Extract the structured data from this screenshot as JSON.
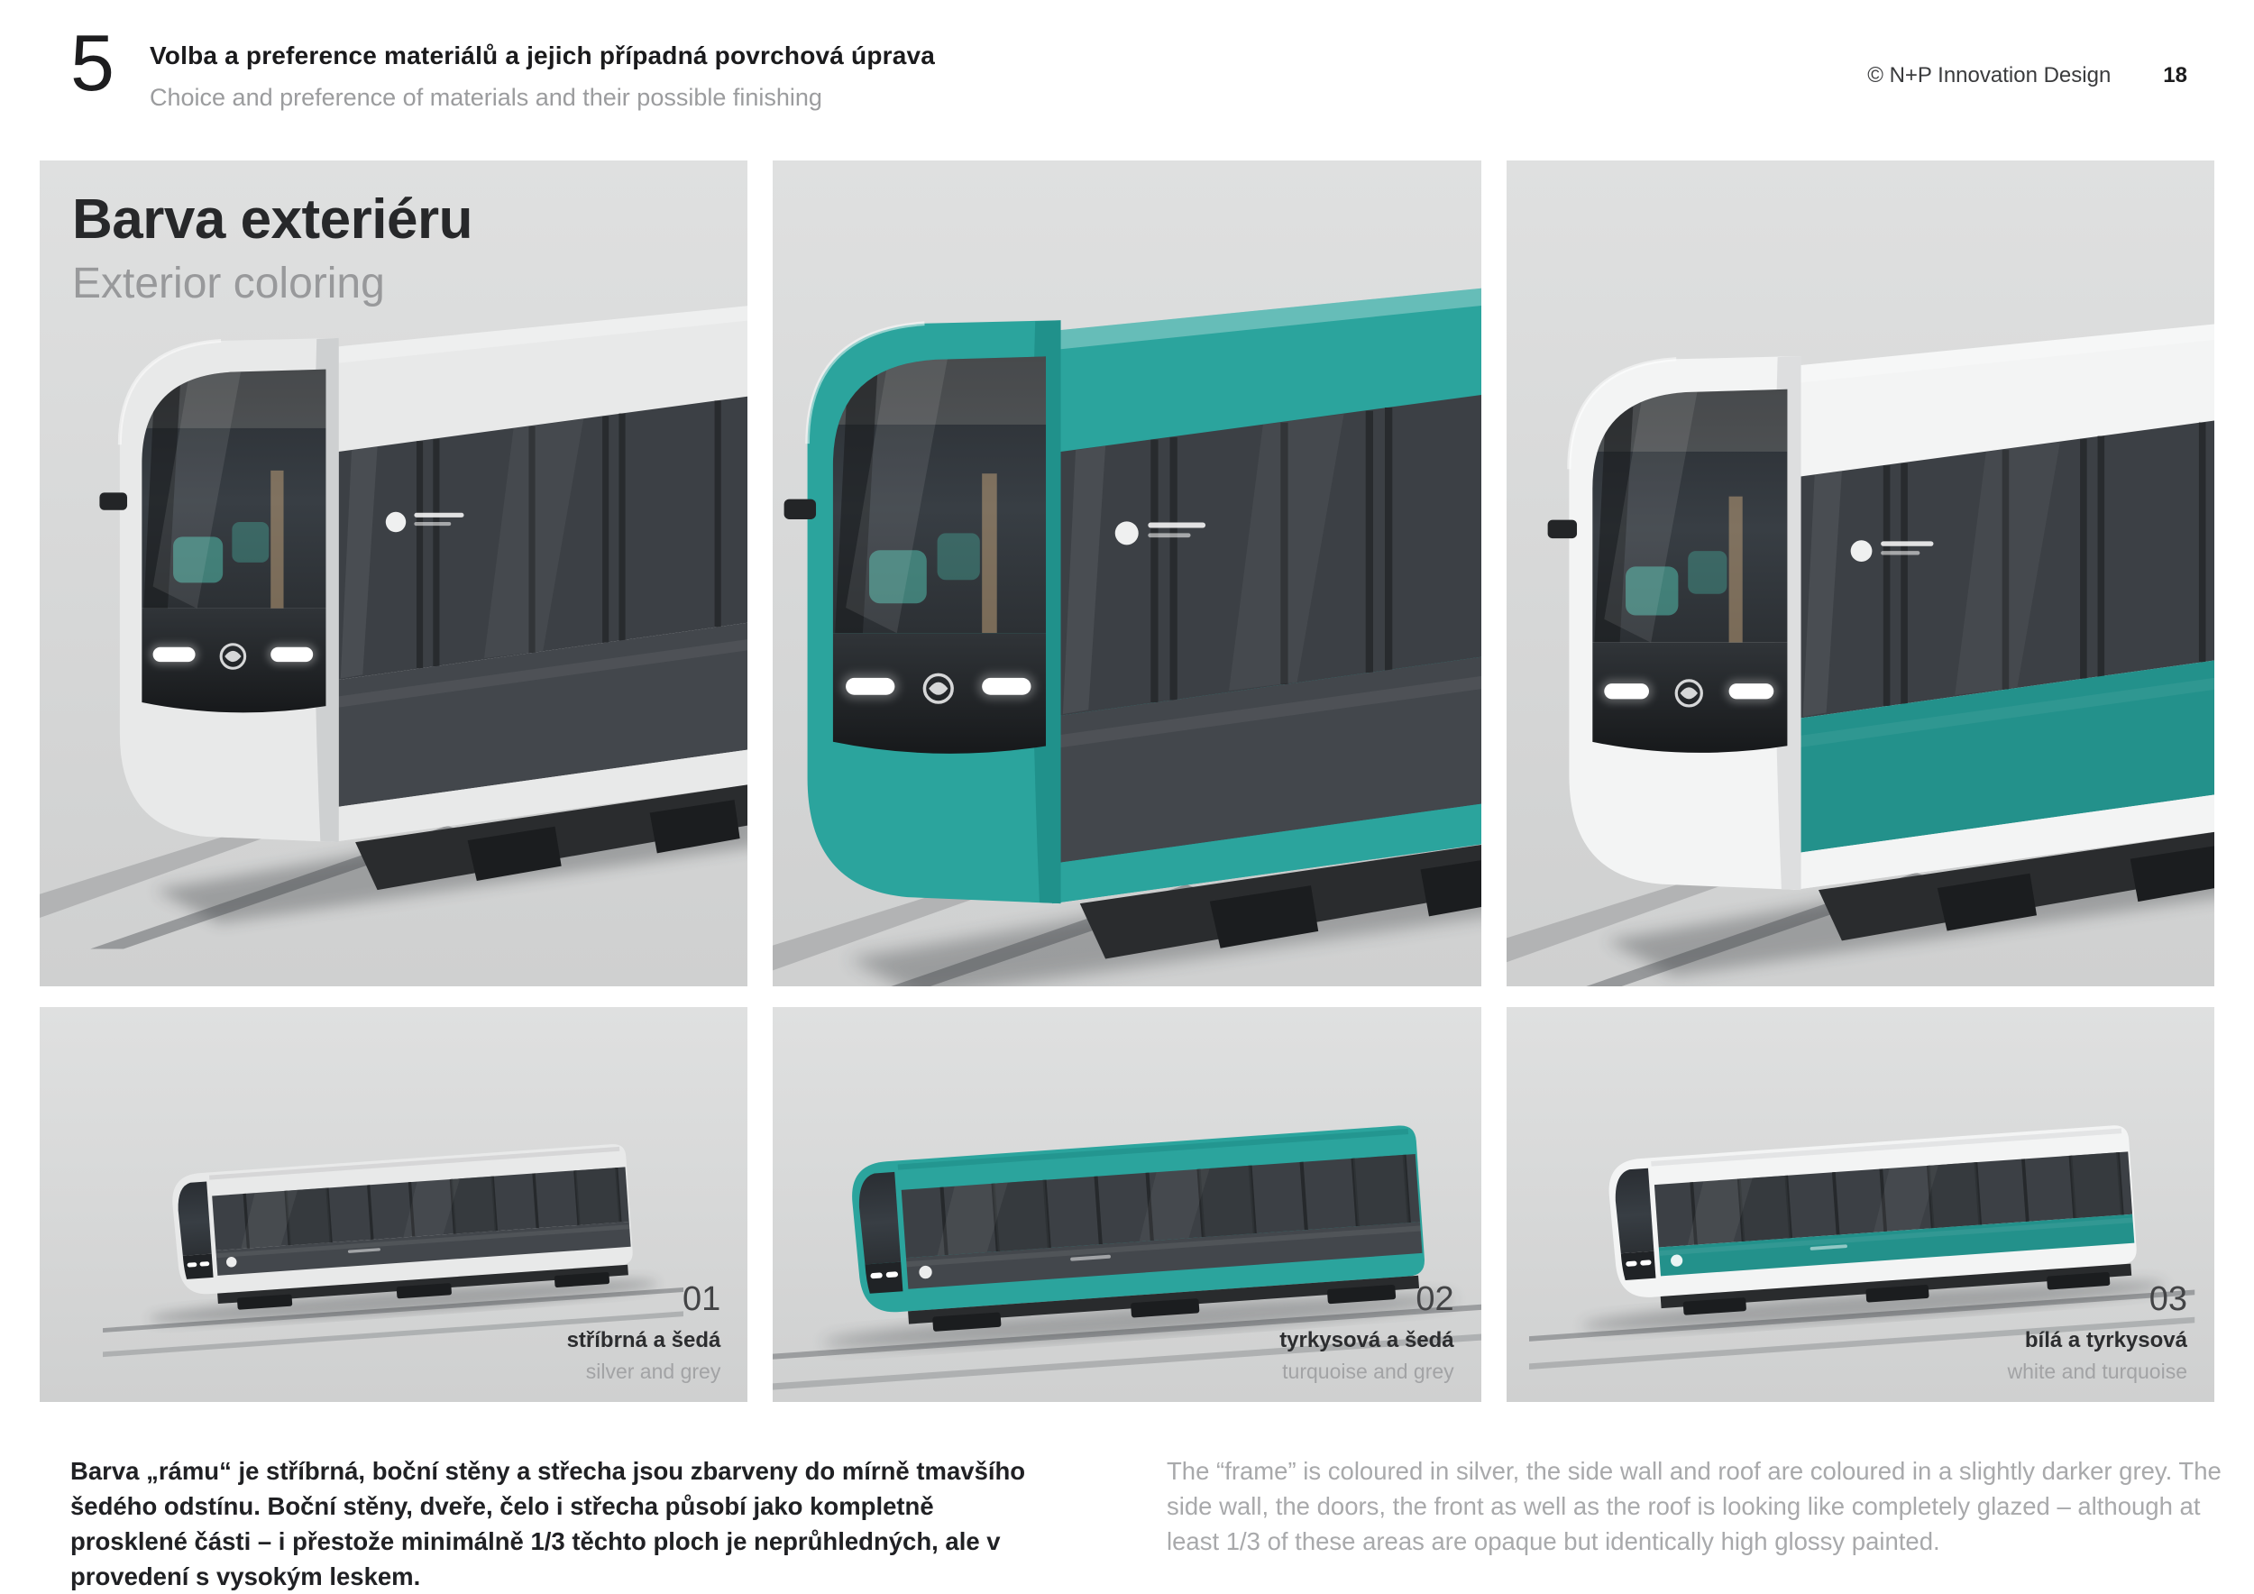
{
  "header": {
    "section_number": "5",
    "title": "Volba a preference materiálů a jejich případná povrchová úprava",
    "subtitle": "Choice and preference of materials and their possible finishing",
    "copyright": "© N+P Innovation Design",
    "page_number": "18"
  },
  "headline": {
    "title": "Barva exteriéru",
    "subtitle": "Exterior coloring"
  },
  "variants": [
    {
      "number": "01",
      "label_cs": "stříbrná a šedá",
      "label_en": "silver and grey"
    },
    {
      "number": "02",
      "label_cs": "tyrkysová a šedá",
      "label_en": "turquoise and grey"
    },
    {
      "number": "03",
      "label_cs": "bílá a tyrkysová",
      "label_en": "white and turquoise"
    }
  ],
  "description": {
    "cs": "Barva „rámu“ je stříbrná, boční stěny a střecha jsou zbarveny do mírně tmavšího šedého odstínu. Boční stěny, dveře, čelo i střecha působí jako kompletně prosklené části – i přestože minimálně 1/3 těchto ploch je neprůhledných, ale v provedení s vysokým leskem.",
    "en": "The “frame” is coloured in silver, the side wall and roof are coloured in a slightly darker grey. The side wall, the doors, the front as well as the roof is looking like completely glazed – although at least 1/3 of these areas are opaque but identically high glossy painted."
  },
  "colors": {
    "turquoise": "#2ba49d",
    "turquoise_shade": "#1d8b85",
    "turquoise_deep": "#23918b",
    "silver": "#e8e9e9",
    "silver_shade": "#c6c7c8",
    "white": "#f3f4f4",
    "white_shade": "#d6d7d8",
    "glass_dark": "#3c4045",
    "glass_lower": "#43474c",
    "panel_bg_top": "#dfe0e0",
    "panel_bg_bottom": "#cfd0d0",
    "undercarriage": "#28292b"
  }
}
